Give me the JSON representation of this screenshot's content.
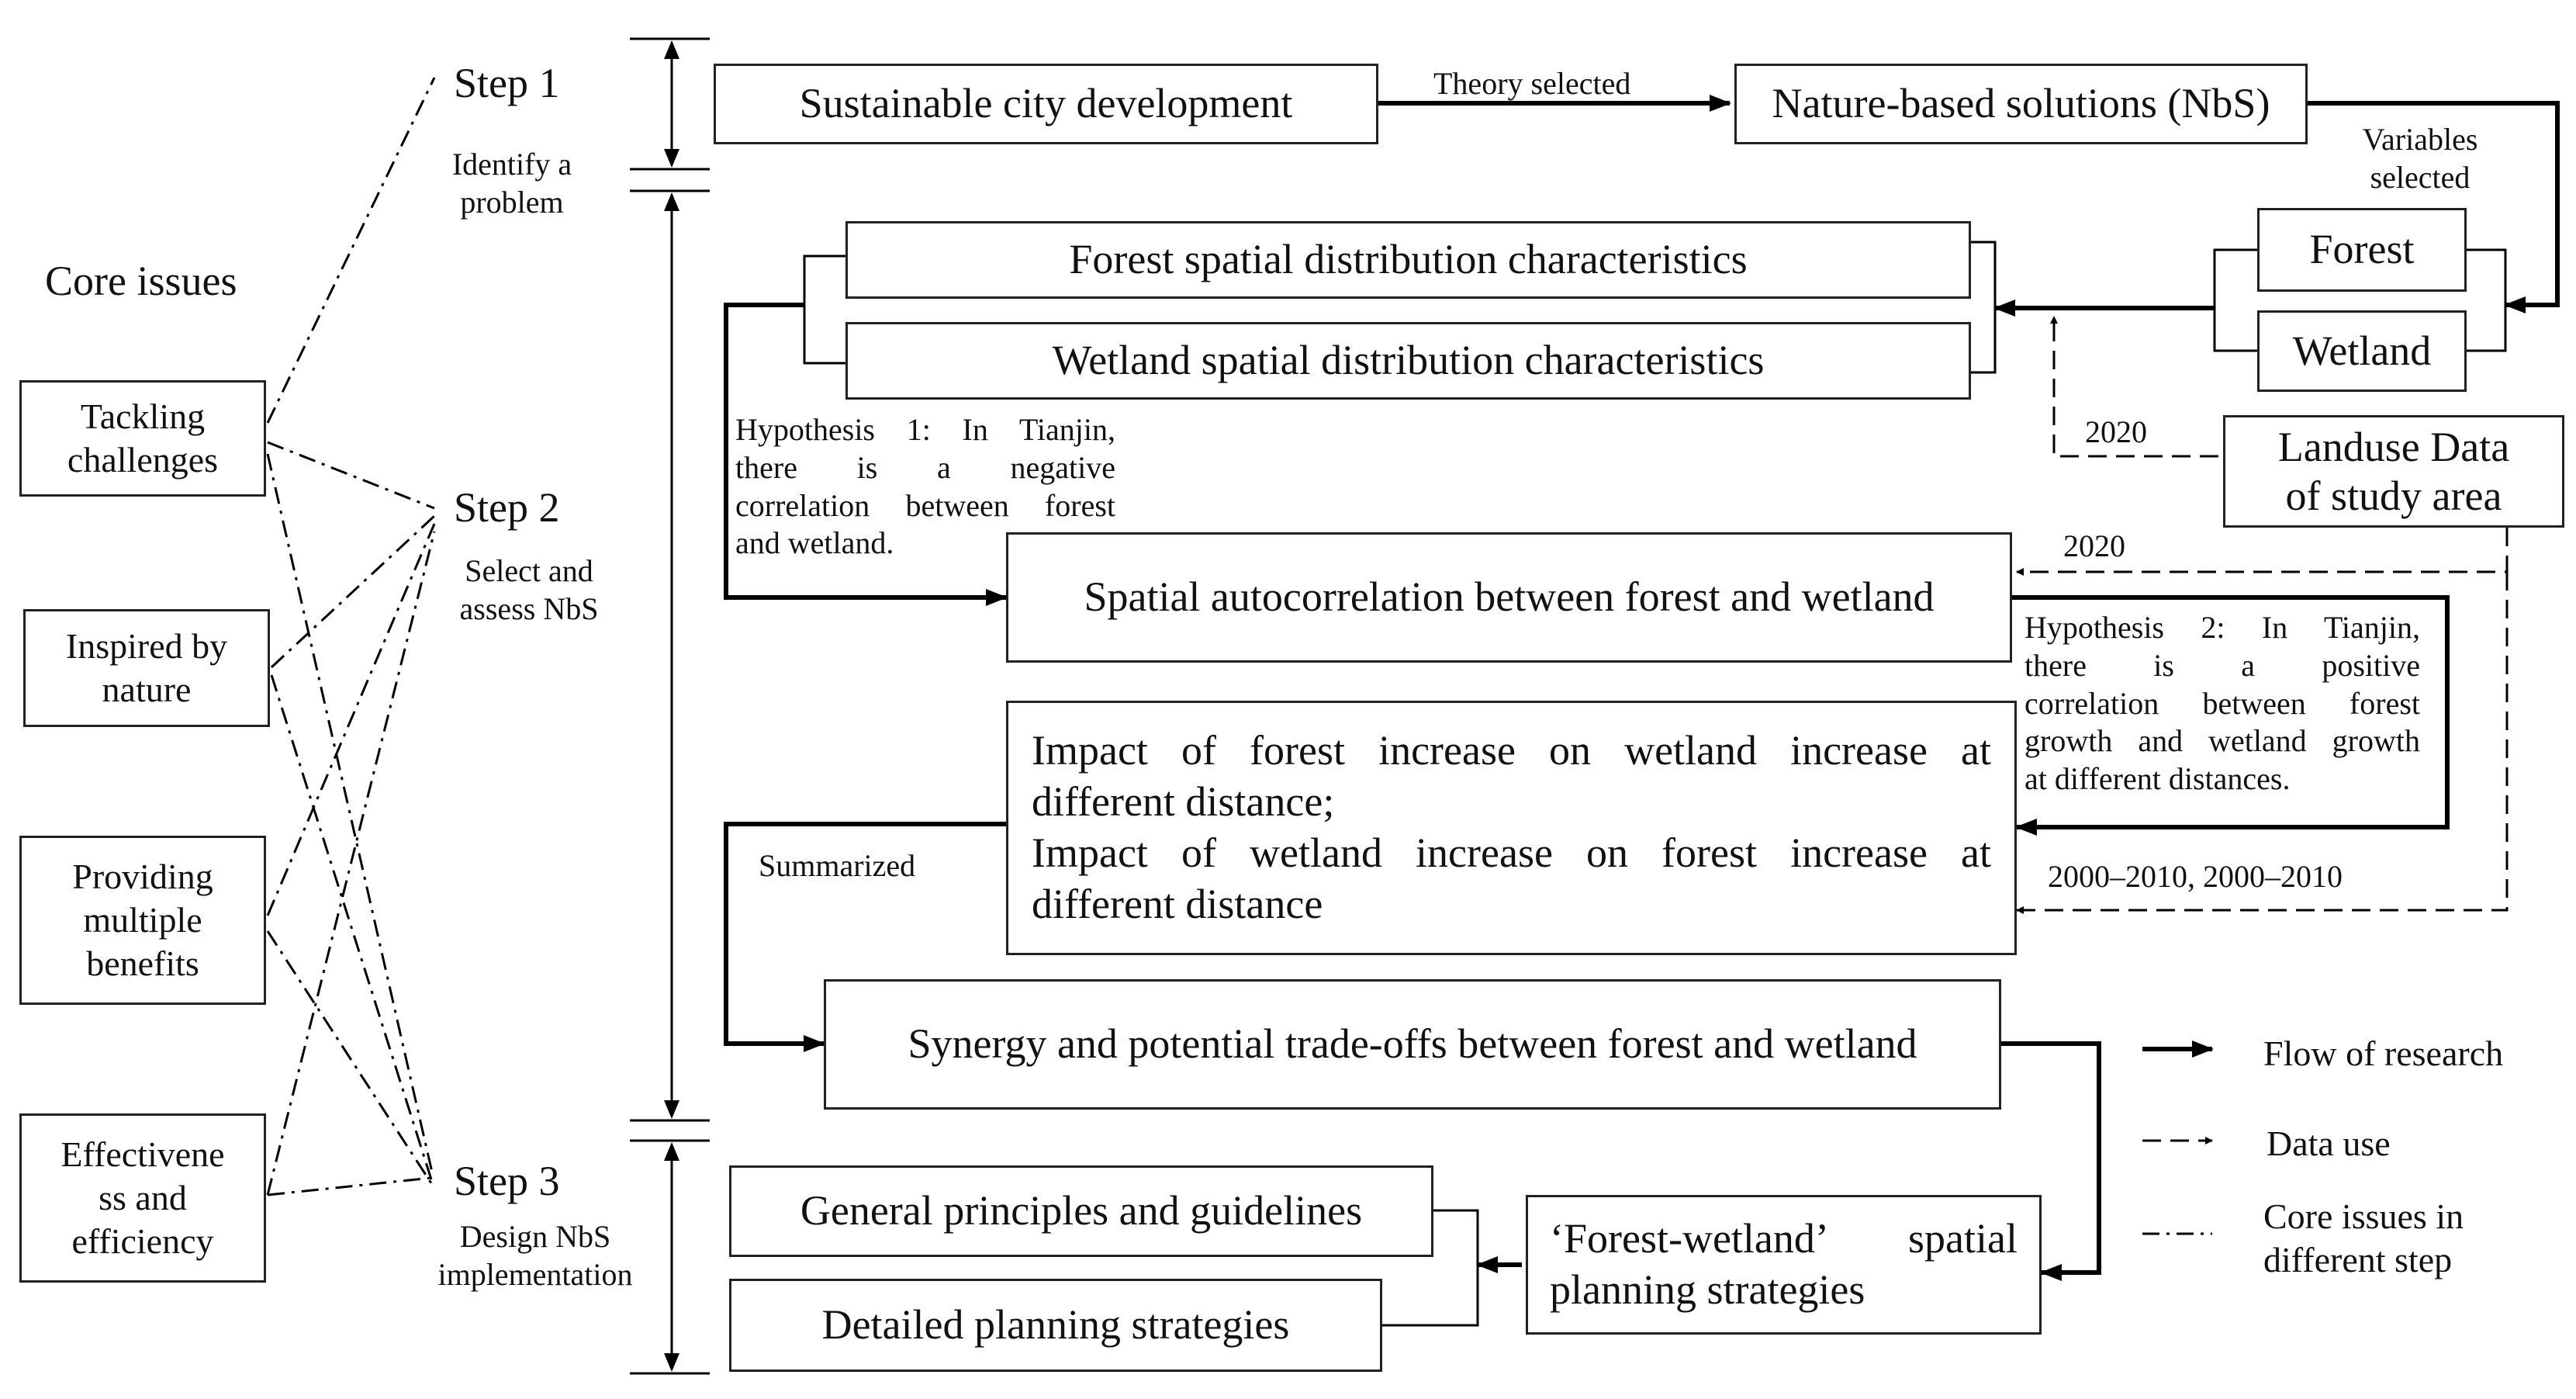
{
  "steps": {
    "step1": {
      "title": "Step 1",
      "subtitle_line1": "Identify a",
      "subtitle_line2": "problem"
    },
    "step2": {
      "title": "Step 2",
      "subtitle_line1": "Select and",
      "subtitle_line2": "assess NbS"
    },
    "step3": {
      "title": "Step 3",
      "subtitle_line1": "Design NbS",
      "subtitle_line2": "implementation"
    }
  },
  "core_issues": {
    "heading": "Core issues",
    "items": [
      {
        "line1": "Tackling",
        "line2": "challenges"
      },
      {
        "line1": "Inspired by",
        "line2": "nature"
      },
      {
        "line1": "Providing",
        "line2": "multiple",
        "line3": "benefits"
      },
      {
        "line1": "Effectivene",
        "line2": "ss and",
        "line3": "efficiency"
      }
    ]
  },
  "boxes": {
    "sustainable": "Sustainable city development",
    "nbs": "Nature-based solutions (NbS)",
    "forest": "Forest",
    "wetland": "Wetland",
    "forest_spatial": "Forest spatial distribution characteristics",
    "wetland_spatial": "Wetland spatial distribution characteristics",
    "landuse_line1": "Landuse Data",
    "landuse_line2": "of study area",
    "autocorrelation": "Spatial autocorrelation between forest and wetland",
    "impact_line1": "Impact of forest increase on wetland increase at",
    "impact_line2": "different distance;",
    "impact_line3": "Impact of wetland increase on forest increase at",
    "impact_line4": "different distance",
    "synergy": "Synergy and potential trade-offs between forest and wetland",
    "general": "General principles and guidelines",
    "detailed": "Detailed planning strategies",
    "planning_line1": "‘Forest-wetland’ spatial",
    "planning_line2": "planning strategies"
  },
  "labels": {
    "theory_selected": "Theory selected",
    "variables_line1": "Variables",
    "variables_line2": "selected",
    "year_2020_a": "2020",
    "year_2020_b": "2020",
    "years_range": "2000–2010, 2000–2010",
    "summarized": "Summarized"
  },
  "hypotheses": {
    "h1": {
      "line1": "Hypothesis 1: In Tianjin,",
      "line2": "there is a negative",
      "line3": "correlation between forest",
      "line4": "and wetland."
    },
    "h2": {
      "line1": "Hypothesis 2: In Tianjin,",
      "line2": "there is a positive",
      "line3": "correlation between forest",
      "line4": "growth and wetland growth",
      "line5": "at different distances."
    }
  },
  "legend": {
    "flow": "Flow of research",
    "data": "Data use",
    "core_line1": "Core issues in",
    "core_line2": "different step"
  }
}
